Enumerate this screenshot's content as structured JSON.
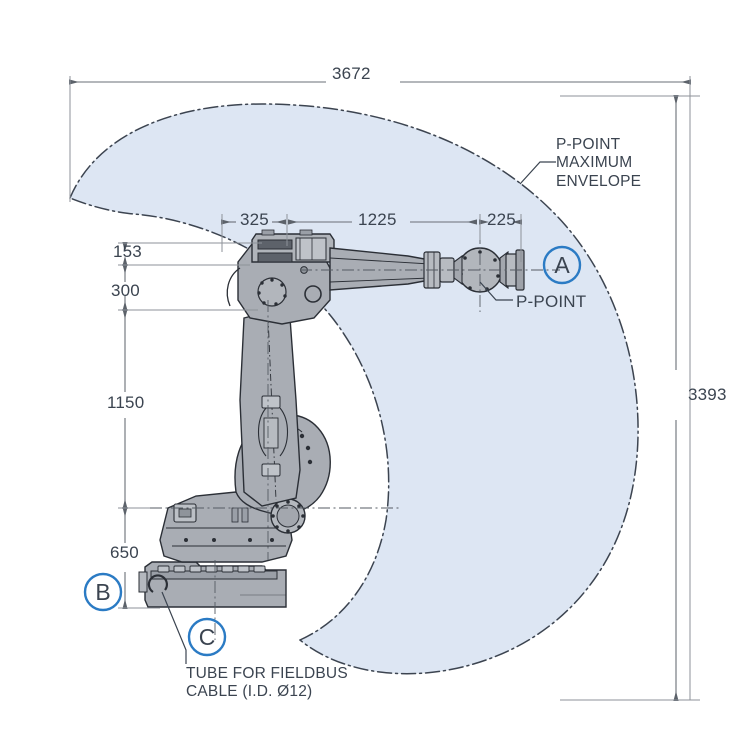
{
  "drawing": {
    "title": "Industrial robot work envelope dimension drawing",
    "background_color": "#ffffff",
    "envelope_fill": "#dde6f3",
    "envelope_line_color": "#3c4450",
    "dim_line_color": "#6a6f77",
    "text_color": "#3b4450",
    "balloon_ring_color": "#2b7bc4",
    "robot_body_color": "#a9adb4",
    "robot_outline_color": "#2b2f36"
  },
  "dimensions": {
    "overall_width": "3672",
    "overall_height": "3393",
    "upper_chain": {
      "segment_1": "325",
      "segment_2": "1225",
      "segment_3": "225"
    },
    "vertical_chain": {
      "segment_1": "153",
      "segment_2": "300",
      "segment_3": "1150",
      "segment_4": "650"
    }
  },
  "labels": {
    "envelope_note": "P-POINT\nMAXIMUM\nENVELOPE",
    "p_point": "P-POINT",
    "fieldbus_note": "TUBE FOR FIELDBUS\nCABLE (I.D. Ø12)"
  },
  "balloons": {
    "a": "A",
    "b": "B",
    "c": "C"
  }
}
